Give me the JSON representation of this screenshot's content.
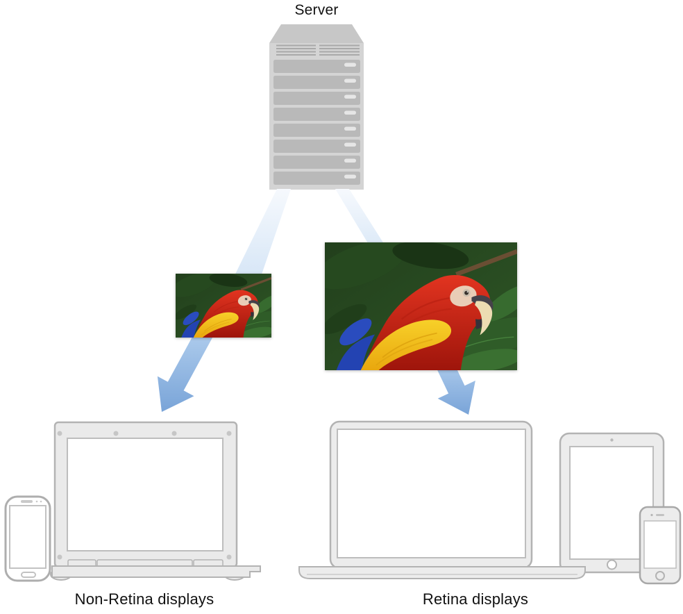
{
  "server": {
    "label": "Server",
    "icon": "server-rack-icon",
    "bay_count": 8
  },
  "assets": {
    "small_image": "parrot-photo-standard",
    "large_image": "parrot-photo-2x"
  },
  "groups": [
    {
      "label": "Non-Retina displays",
      "devices": [
        "smartphone-icon",
        "laptop-icon"
      ]
    },
    {
      "label": "Retina displays",
      "devices": [
        "laptop-icon",
        "tablet-icon",
        "smartphone-icon"
      ]
    }
  ],
  "colors": {
    "page_background": "#ffffff",
    "label_text": "#111111",
    "beam_blue_light": "#f6f9fd",
    "beam_blue": "#c6dcf3",
    "arrow_blue_light": "#b5d1ef",
    "arrow_blue": "#79a4d8",
    "server_gray": "#d4d4d4",
    "server_lid_gray": "#c7c7c7",
    "server_bay_gray": "#b9b9b9",
    "device_fill": "#ececec",
    "device_stroke": "#b3b3b3"
  }
}
